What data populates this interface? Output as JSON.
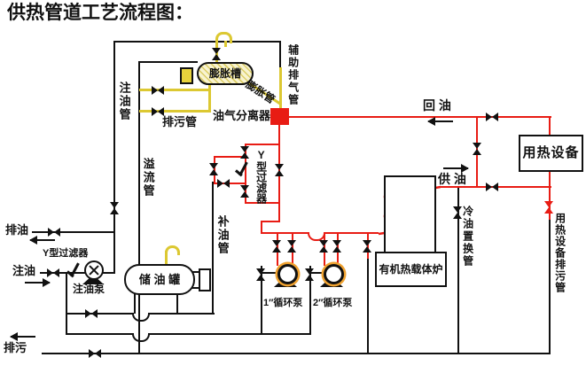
{
  "title": "供热管道工艺流程图：",
  "colors": {
    "hot_oil_pipe": "#e81c14",
    "black_pipe": "#111111",
    "vent_pipe_yellow": "#dcc832",
    "tank_fill": "#f8f3cf",
    "pump_ring": "#f0a230",
    "separator_fill": "#e81c14"
  },
  "equipment": {
    "expansion_tank": "膨胀槽",
    "oil_gas_separator": "油气分离器",
    "heat_equipment": "用热设备",
    "storage_tank": "储  油  罐",
    "furnace": "有机热载体炉",
    "fill_pump": "注油泵",
    "pump1": "1″循环泵",
    "pump2": "2″循环泵",
    "y_filter_main": "Y型过滤器",
    "y_filter_fill": "Y型过滤器"
  },
  "pipes": {
    "aux_vent": "辅助排气管",
    "expansion": "膨胀管",
    "fill": "注油管",
    "tank_drain": "排污管",
    "overflow": "溢流管",
    "makeup": "补油管",
    "cold_oil_swap": "冷油置换管",
    "equip_drain": "用热设备排污管"
  },
  "flows": {
    "return_oil": "回  油",
    "supply_oil": "供  油",
    "drain_oil": "排油",
    "fill_oil": "注油",
    "blowdown": "排污"
  }
}
